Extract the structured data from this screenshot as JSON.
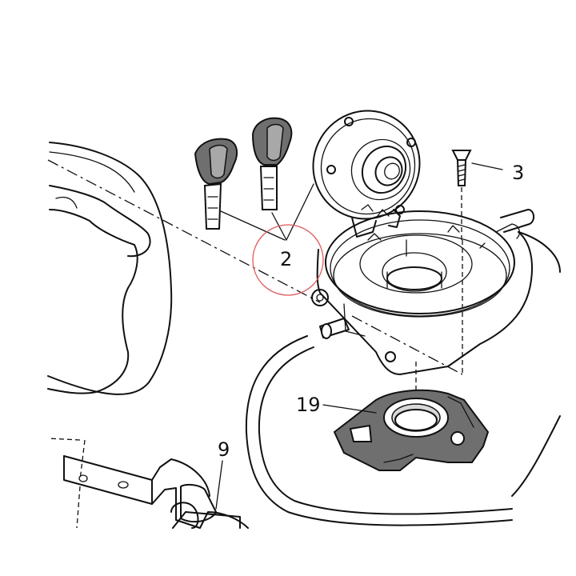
{
  "callouts": {
    "keys": "2",
    "screw": "3",
    "gasket": "19",
    "bracket": "9"
  },
  "highlight": {
    "color": "#e05a5a",
    "target": "keys"
  }
}
